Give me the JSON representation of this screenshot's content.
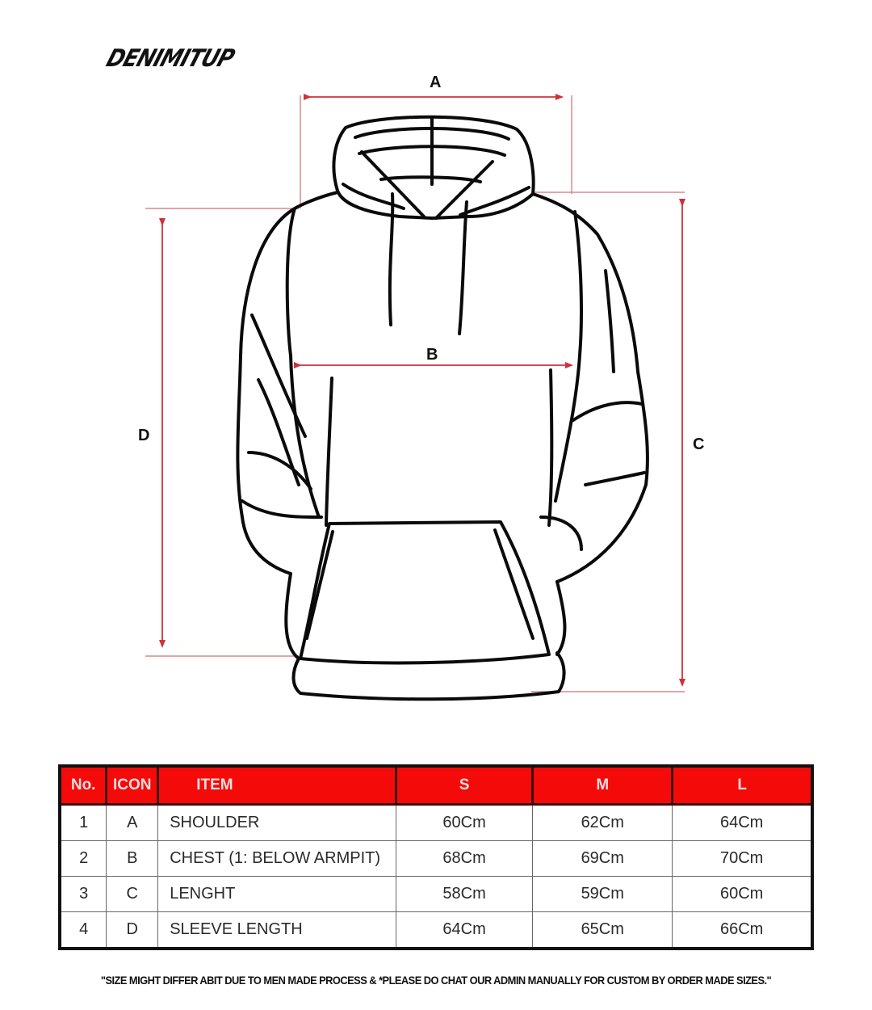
{
  "brand": {
    "logo_text": "DENIMITUP"
  },
  "diagram": {
    "subject": "hoodie",
    "measurement_color": "#d0303a",
    "labels": {
      "A": "A",
      "B": "B",
      "C": "C",
      "D": "D"
    }
  },
  "size_table": {
    "header_color": "#f50a0a",
    "columns": [
      "No.",
      "ICON",
      "ITEM",
      "S",
      "M",
      "L"
    ],
    "rows": [
      {
        "no": "1",
        "icon": "A",
        "item": "SHOULDER",
        "S": "60Cm",
        "M": "62Cm",
        "L": "64Cm"
      },
      {
        "no": "2",
        "icon": "B",
        "item": "CHEST (1: BELOW ARMPIT)",
        "S": "68Cm",
        "M": "69Cm",
        "L": "70Cm"
      },
      {
        "no": "3",
        "icon": "C",
        "item": "LENGHT",
        "S": "58Cm",
        "M": "59Cm",
        "L": "60Cm"
      },
      {
        "no": "4",
        "icon": "D",
        "item": "SLEEVE LENGTH",
        "S": "64Cm",
        "M": "65Cm",
        "L": "66Cm"
      }
    ]
  },
  "footer": {
    "note": "\"SIZE MIGHT DIFFER ABIT DUE TO MEN MADE PROCESS & *PLEASE DO CHAT OUR ADMIN MANUALLY FOR CUSTOM BY ORDER MADE SIZES.\""
  }
}
